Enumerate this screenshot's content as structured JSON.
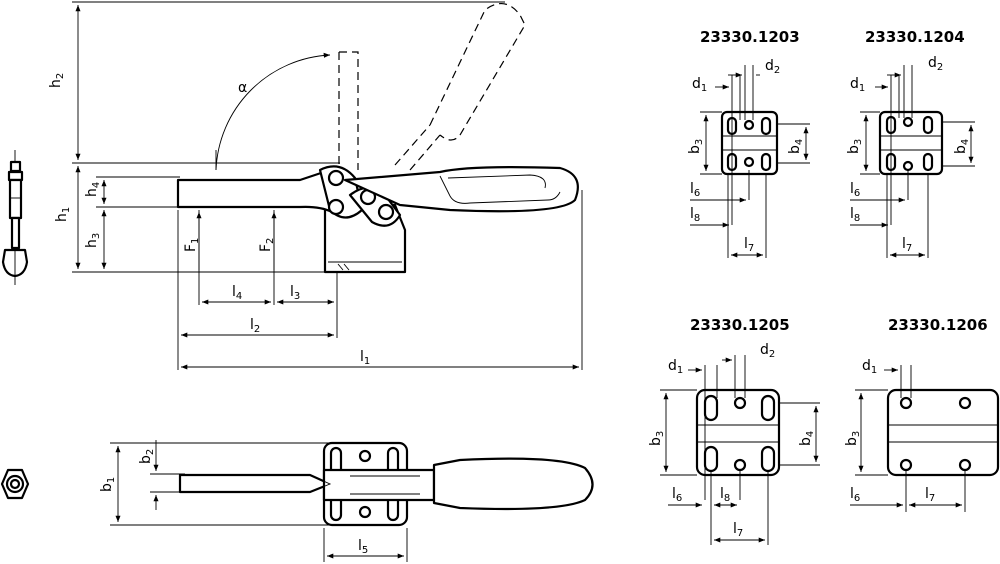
{
  "titles": {
    "v1203": "23330.1203",
    "v1204": "23330.1204",
    "v1205": "23330.1205",
    "v1206": "23330.1206"
  },
  "labels": {
    "h": "h",
    "l": "l",
    "b": "b",
    "d": "d",
    "F": "F",
    "alpha": "α",
    "s1": "1",
    "s2": "2",
    "s3": "3",
    "s4": "4",
    "s5": "5",
    "s6": "6",
    "s7": "7",
    "s8": "8"
  }
}
